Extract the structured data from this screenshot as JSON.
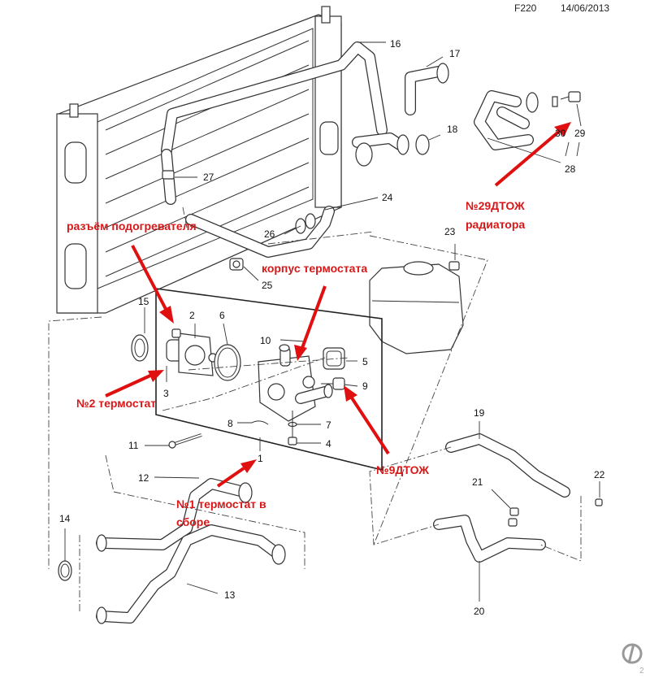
{
  "header": {
    "code": "F220",
    "date": "14/06/2013"
  },
  "callouts": {
    "c1": "1",
    "c2": "2",
    "c3": "3",
    "c4": "4",
    "c5": "5",
    "c6": "6",
    "c7": "7",
    "c8": "8",
    "c9": "9",
    "c10": "10",
    "c11": "11",
    "c12": "12",
    "c13": "13",
    "c14": "14",
    "c15": "15",
    "c16": "16",
    "c17": "17",
    "c18": "18",
    "c19": "19",
    "c20": "20",
    "c21": "21",
    "c22": "22",
    "c23": "23",
    "c24": "24",
    "c25": "25",
    "c26": "26",
    "c27": "27",
    "c28": "28",
    "c29": "29",
    "c30": "30"
  },
  "annotations": {
    "heater_connector": "разъём подогревателя",
    "thermostat_housing": "корпус термостата",
    "sensor_29_line1": "№29ДТОЖ",
    "sensor_29_line2": "радиатора",
    "thermostat_2": "№2 термостат",
    "sensor_9": "№9ДТОЖ",
    "thermostat_assembly_line1": "№1 термостат в",
    "thermostat_assembly_line2": "сборе"
  },
  "colors": {
    "annotation": "#e01010",
    "line": "#333333"
  },
  "footer": {
    "corner_mark": "2"
  }
}
